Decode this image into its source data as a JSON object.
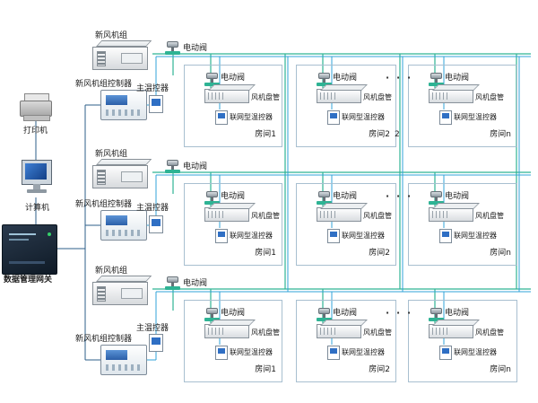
{
  "left": {
    "printer": "打印机",
    "computer": "计算机",
    "gateway": "数据管理网关"
  },
  "labels": {
    "fresh_air_unit": "新风机组",
    "fau_controller": "新风机组控制器",
    "main_thermostat": "主温控器",
    "electric_valve": "电动阀",
    "fan_coil": "风机盘管",
    "net_thermostat": "联网型温控器",
    "dots": "· · ·",
    "stray": "2"
  },
  "rows": [
    {
      "rooms": [
        "房间1",
        "房间2",
        "房间n"
      ]
    },
    {
      "rooms": [
        "房间1",
        "房间2",
        "房间n"
      ]
    },
    {
      "rooms": [
        "房间1",
        "房间2",
        "房间n"
      ]
    }
  ],
  "colors": {
    "pipe_green": "#2eb394",
    "net_blue": "#31a3d8",
    "link_navy": "#2c5f8a",
    "screen_blue": "#2f6fc4"
  }
}
